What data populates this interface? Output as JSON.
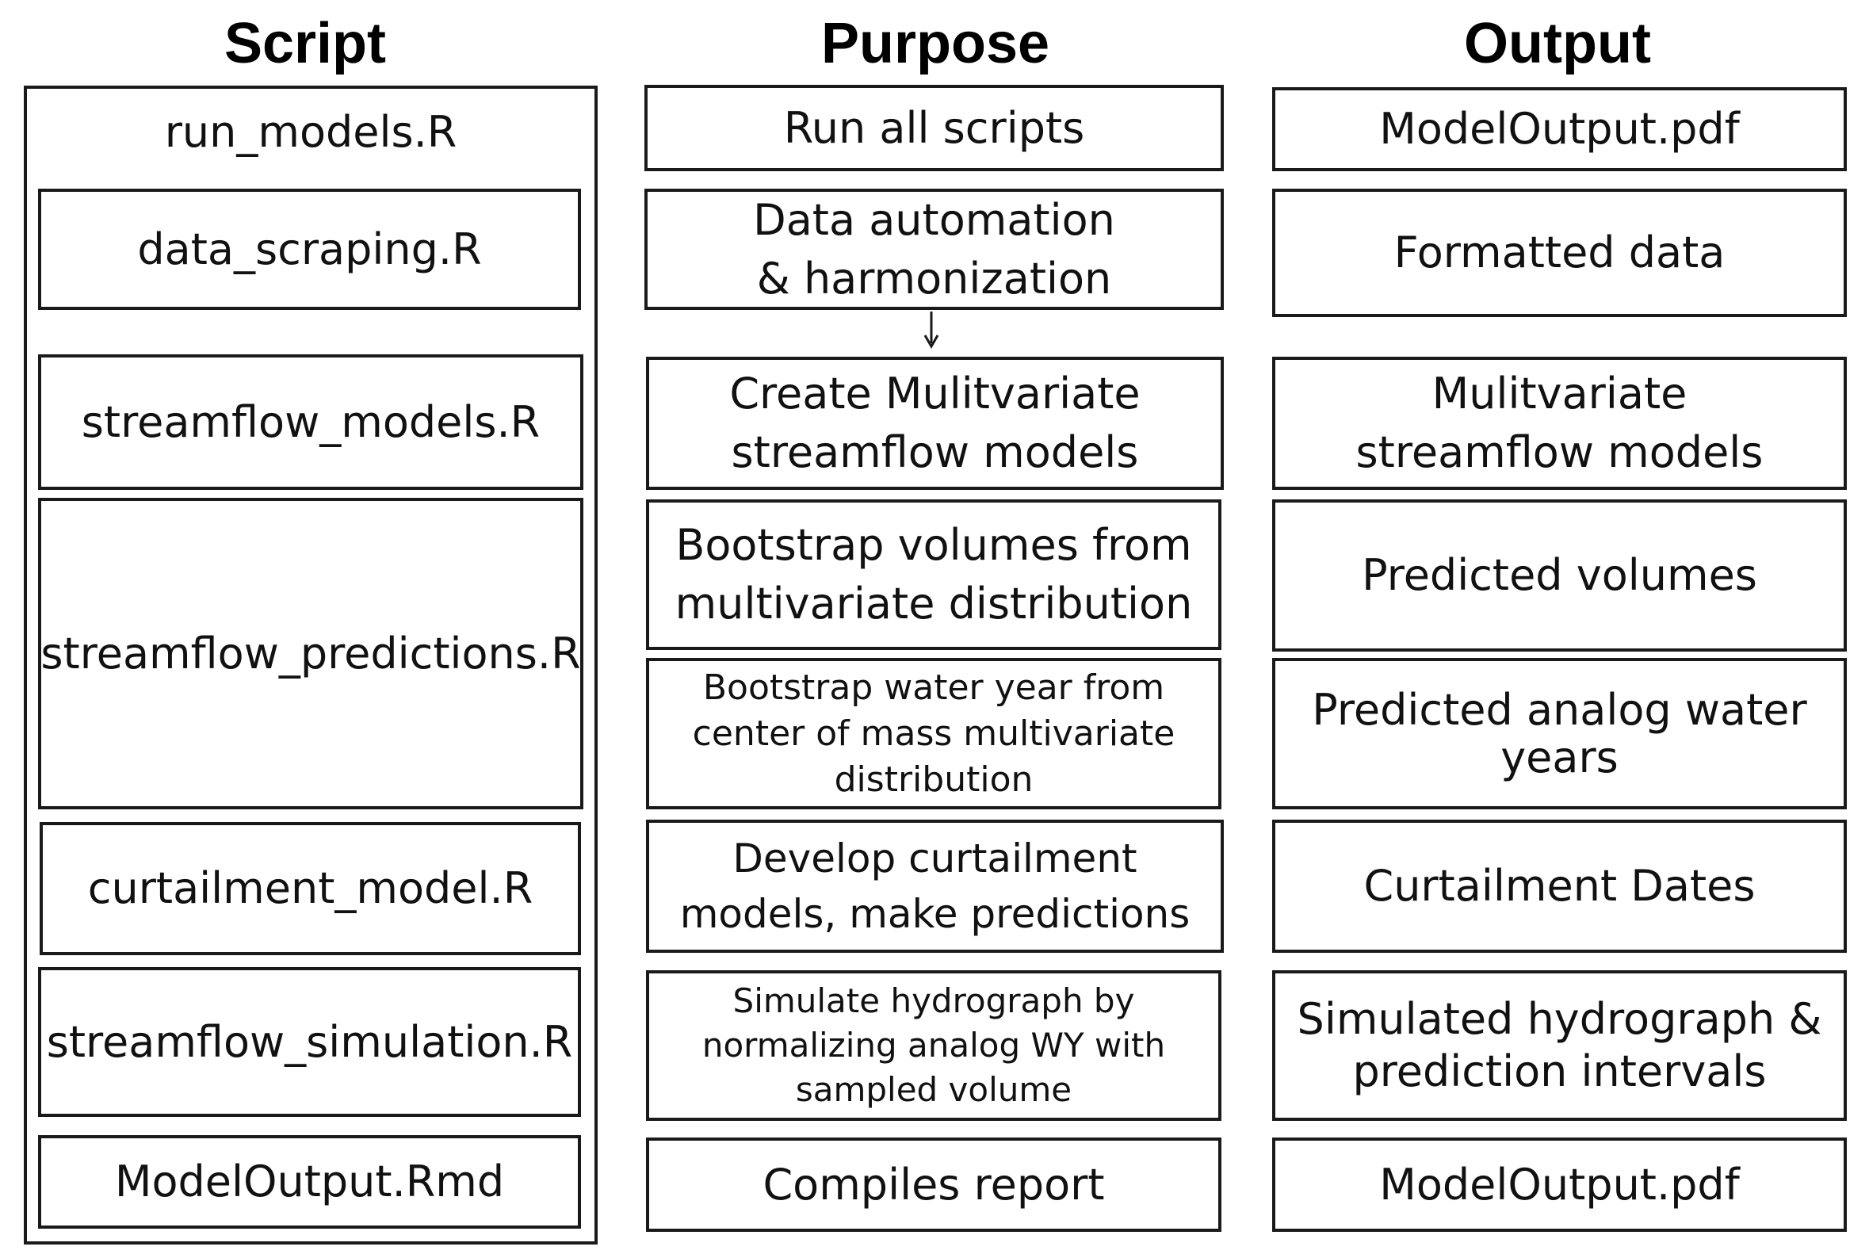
{
  "headers": {
    "script": "Script",
    "purpose": "Purpose",
    "output": "Output"
  },
  "run_row": {
    "script": "run_models.R",
    "purpose": "Run all scripts",
    "output": "ModelOutput.pdf"
  },
  "rows": [
    {
      "script": "data_scraping.R",
      "purpose": "Data automation\n& harmonization",
      "output": "Formatted data"
    },
    {
      "script": "streamflow_models.R",
      "purpose": "Create Mulitvariate\nstreamflow models",
      "output": "Mulitvariate\nstreamflow models"
    },
    {
      "script": "streamflow_predictions.R",
      "purpose": "Bootstrap volumes from\nmultivariate distribution",
      "output": "Predicted volumes"
    },
    {
      "purpose": "Bootstrap water year from\ncenter of mass multivariate\ndistribution",
      "output": "Predicted analog water\nyears"
    },
    {
      "script": "curtailment_model.R",
      "purpose": "Develop curtailment\nmodels, make predictions",
      "output": "Curtailment Dates"
    },
    {
      "script": "streamflow_simulation.R",
      "purpose": "Simulate hydrograph by\nnormalizing analog WY with\nsampled volume",
      "output": "Simulated hydrograph &\nprediction intervals"
    },
    {
      "script": "ModelOutput.Rmd",
      "purpose": "Compiles report",
      "output": "ModelOutput.pdf"
    }
  ],
  "colors": {
    "border": "#1a1a1a",
    "text": "#111111",
    "background": "#ffffff"
  },
  "icons": {
    "flow_arrow": "arrow-down-icon"
  }
}
